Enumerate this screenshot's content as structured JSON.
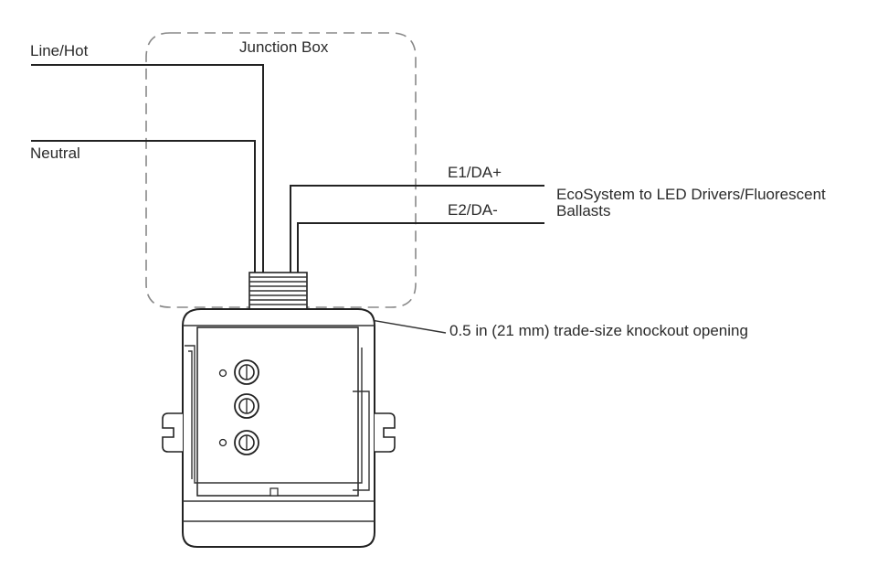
{
  "labels": {
    "line_hot": "Line/Hot",
    "neutral": "Neutral",
    "junction_box": "Junction Box",
    "e1": "E1/DA+",
    "e2": "E2/DA-",
    "destination_line1": "EcoSystem to LED Drivers/Fluorescent",
    "destination_line2": "Ballasts",
    "knockout": "0.5 in (21 mm) trade-size knockout opening"
  },
  "colors": {
    "line": "#222222",
    "dashed_box": "#888888",
    "text": "#2a2a2a"
  }
}
